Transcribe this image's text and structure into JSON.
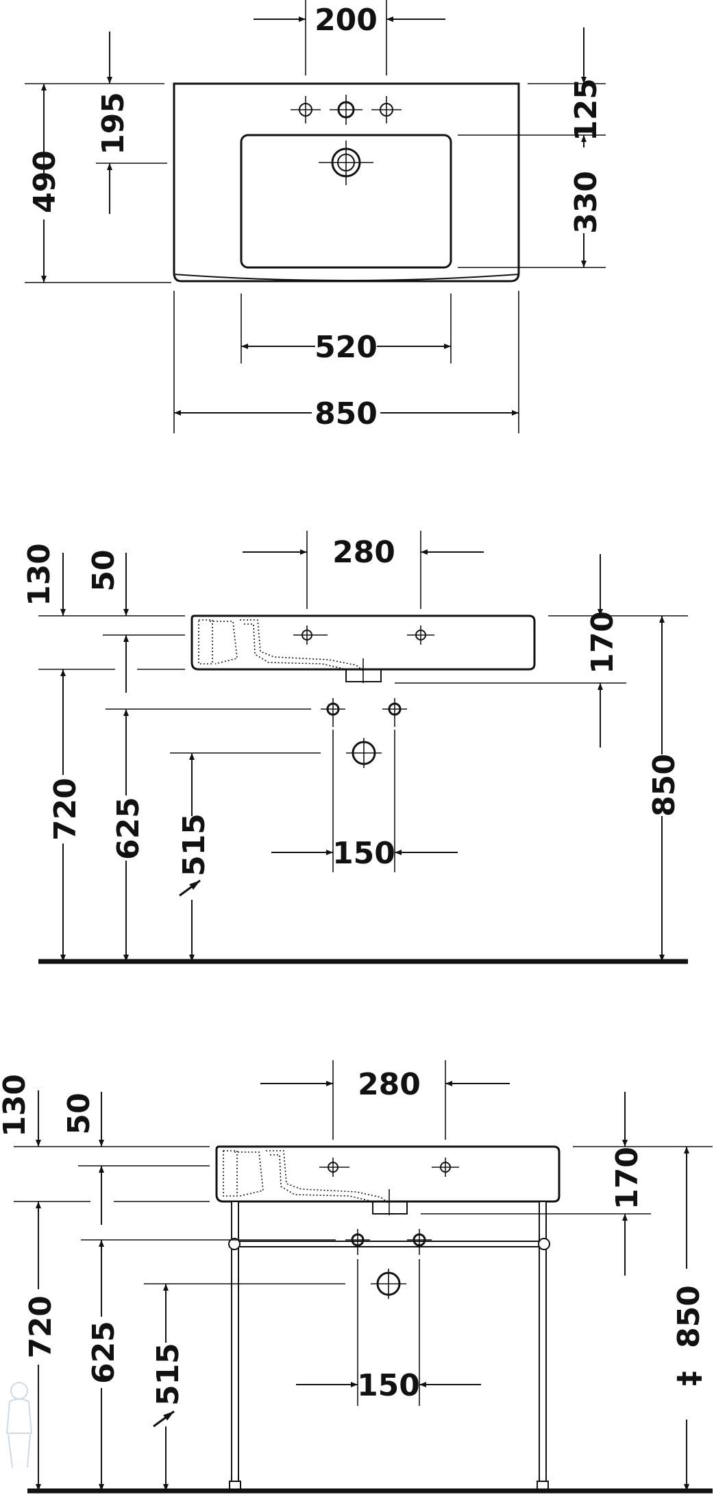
{
  "top_view": {
    "dim_tap_spacing": "200",
    "dim_depth_total": "490",
    "dim_tap_to_bowl": "195",
    "dim_rim_to_bowl": "125",
    "dim_bowl_depth": "330",
    "dim_bowl_width": "520",
    "dim_total_width": "850"
  },
  "side_view": {
    "dim_tap_spacing": "280",
    "dim_130": "130",
    "dim_50": "50",
    "dim_170": "170",
    "dim_total_height": "850",
    "dim_720": "720",
    "dim_625": "625",
    "dim_515": "515",
    "dim_drain_spacing": "150"
  },
  "console_view": {
    "dim_tap_spacing": "280",
    "dim_130": "130",
    "dim_50": "50",
    "dim_170": "170",
    "dim_total_height": "850",
    "height_symbol": "‡",
    "dim_720": "720",
    "dim_625": "625",
    "dim_515": "515",
    "dim_drain_spacing": "150"
  },
  "colors": {
    "ink": "#111111",
    "background": "#ffffff",
    "watermark": "#9fb6cf"
  }
}
